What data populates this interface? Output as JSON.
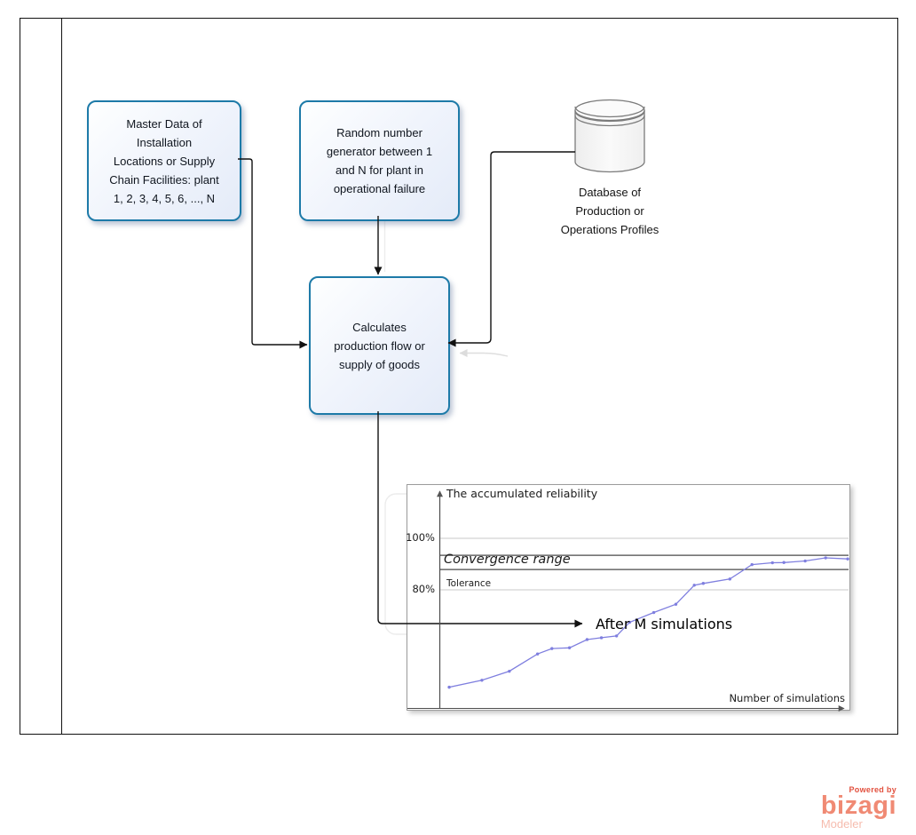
{
  "diagram": {
    "nodes": {
      "master_data": {
        "label": "Master Data of\nInstallation\nLocations or Supply\nChain Facilities: plant\n1, 2, 3, 4, 5, 6, ..., N"
      },
      "random_generator": {
        "label": "Random number\ngenerator between 1\nand N for plant in\noperational failure"
      },
      "calculates": {
        "label": "Calculates\nproduction flow or\nsupply of goods"
      },
      "database": {
        "label": "Database of\nProduction or\nOperations Profiles"
      }
    },
    "colors": {
      "node_border": "#1d7aa8",
      "connector": "#111111",
      "curve": "#7f7fdf",
      "gridline": "#c9c9c9",
      "band_line": "#4a4a4a"
    }
  },
  "chart_data": {
    "type": "line",
    "title": "The accumulated reliability",
    "xlabel": "Number of simulations",
    "ylabel": "",
    "grid": "horizontal-ticks-only",
    "legend": "none",
    "ylim": [
      38,
      107
    ],
    "y_ticks": [
      {
        "pct": 100,
        "label": "100%"
      },
      {
        "pct": 80,
        "label": "80%"
      }
    ],
    "convergence_band": {
      "label": "Convergence range",
      "from_pct": 87.9,
      "to_pct": 93.4
    },
    "tolerance_label": "Tolerance",
    "annotation": "After M simulations",
    "series": [
      {
        "name": "Accumulated reliability",
        "points_xfrac_pct": [
          [
            0.024,
            42.2
          ],
          [
            0.104,
            44.9
          ],
          [
            0.171,
            48.4
          ],
          [
            0.24,
            55.1
          ],
          [
            0.275,
            57.2
          ],
          [
            0.318,
            57.5
          ],
          [
            0.361,
            60.7
          ],
          [
            0.396,
            61.4
          ],
          [
            0.433,
            62.1
          ],
          [
            0.465,
            67.4
          ],
          [
            0.524,
            71.2
          ],
          [
            0.578,
            74.4
          ],
          [
            0.623,
            81.8
          ],
          [
            0.645,
            82.5
          ],
          [
            0.71,
            84.2
          ],
          [
            0.764,
            89.8
          ],
          [
            0.814,
            90.5
          ],
          [
            0.842,
            90.6
          ],
          [
            0.894,
            91.2
          ],
          [
            0.944,
            92.4
          ],
          [
            0.998,
            92.0
          ]
        ]
      }
    ]
  },
  "branding": {
    "powered_by": "Powered by",
    "brand": "bizagi",
    "product": "Modeler",
    "brand_color": "#f08a74"
  }
}
